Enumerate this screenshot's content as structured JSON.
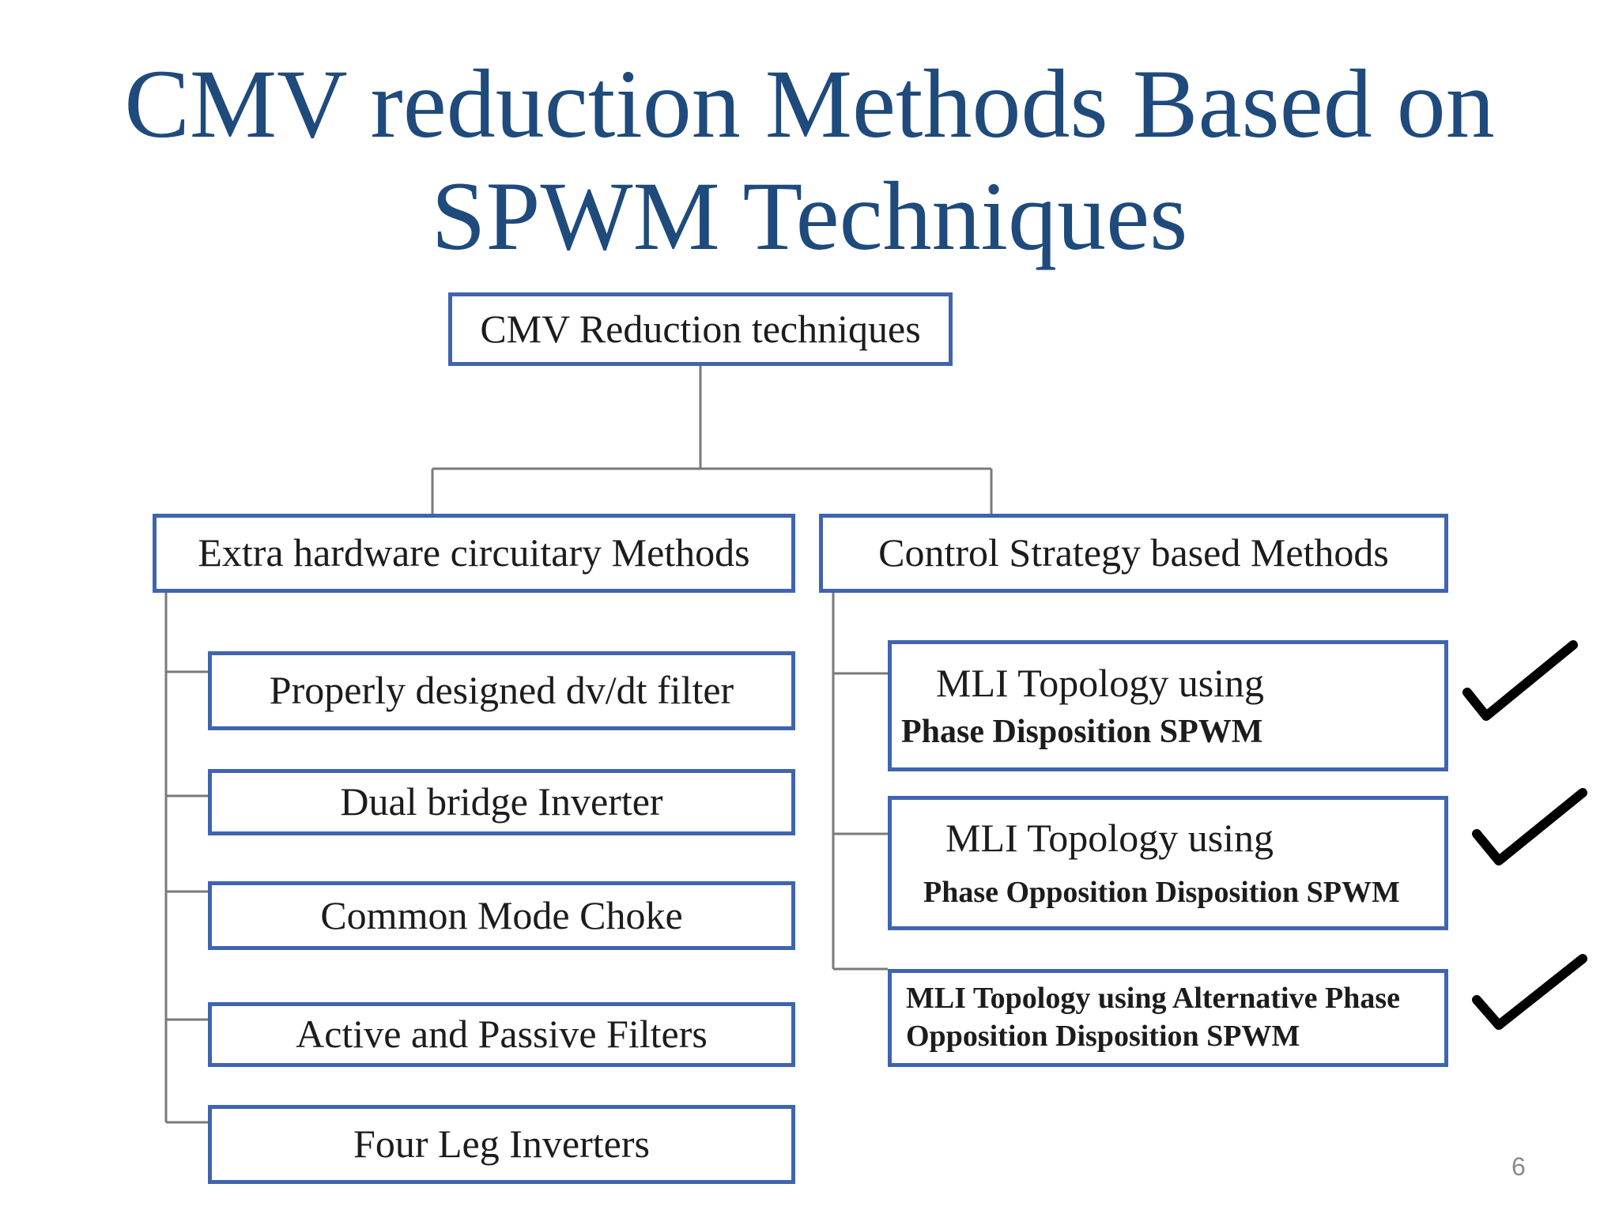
{
  "slide": {
    "title_line1": "CMV reduction Methods Based on",
    "title_line2": "SPWM Techniques",
    "page_number": "6"
  },
  "diagram": {
    "root": "CMV Reduction techniques",
    "left_branch": {
      "label": "Extra hardware circuitary Methods",
      "items": [
        "Properly designed dv/dt filter",
        "Dual bridge Inverter",
        "Common Mode Choke",
        "Active and Passive Filters",
        "Four Leg Inverters"
      ]
    },
    "right_branch": {
      "label": "Control Strategy based Methods",
      "items": [
        {
          "line1": "MLI Topology using",
          "line2": "Phase Disposition SPWM",
          "checked": true
        },
        {
          "line1": "MLI Topology using",
          "line2": "Phase Opposition Disposition SPWM",
          "checked": true
        },
        {
          "line1": "MLI Topology using Alternative Phase",
          "line2": "Opposition Disposition SPWM",
          "checked": true
        }
      ]
    }
  },
  "colors": {
    "title": "#1f4a7c",
    "box_border": "#3f64b0",
    "connector": "#7a7a7a",
    "checkmark": "#000000"
  },
  "icons": {
    "check": "checkmark-icon"
  }
}
